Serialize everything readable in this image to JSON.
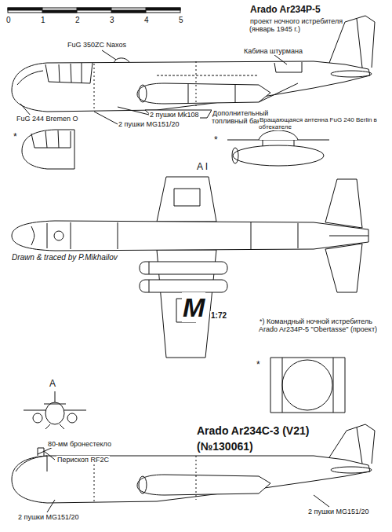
{
  "diagram": {
    "title": "Arado Ar234P-5",
    "labels": [
      "0",
      "1",
      "2",
      "3",
      "4",
      "5",
      "проект ночного истребителя (январь 1945 г.)",
      "FuG 350ZC Naxos",
      "Кабина штурмана",
      "FuG 244 Bremen O",
      "2 пушки Mk108",
      "2 пушки MG151/20",
      "Дополнительный топливный бак (600 л.)",
      "Вращающаяся антенна FuG 240 Berlin в обтекателе",
      "*",
      "*",
      "A I",
      "Drawn & traced by P.Mikhailov",
      "M",
      "1:72",
      "*) Командный ночной истребитель Arado Ar234P-5 \"Obertasse\" (проект)",
      "*",
      "A",
      "80-мм бронестекло",
      "Перископ RF2C",
      "Arado Ar234C-3 (V21)",
      "(№130061)",
      "2 пушки MG151/20",
      "2 пушки MG151/20"
    ]
  }
}
